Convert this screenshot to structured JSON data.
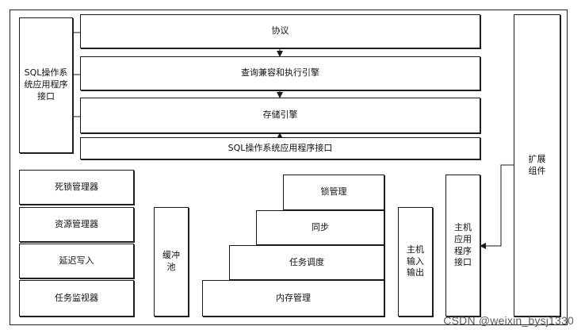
{
  "diagram": {
    "left_panel": "SQL操作系统应用程序接口",
    "protocol": "协议",
    "query_engine": "查询兼容和执行引擎",
    "storage_engine": "存储引擎",
    "sqlos_api": "SQL操作系统应用程序接口",
    "extension": "扩展组件",
    "deadlock_manager": "死锁管理器",
    "resource_manager": "资源管理器",
    "lazy_writer": "延迟写入",
    "task_monitor": "任务监视器",
    "buffer_pool": "缓冲池",
    "lock_manager": "锁管理",
    "sync": "同步",
    "task_scheduling": "任务调度",
    "memory_management": "内存管理",
    "host_io": "主机输入输出",
    "host_app_api": "主机应用程序接口"
  },
  "watermark": "CSDN @weixin_bysj1330",
  "colors": {
    "line": "#1a1a1a",
    "watermark": "#5e5e5e"
  }
}
